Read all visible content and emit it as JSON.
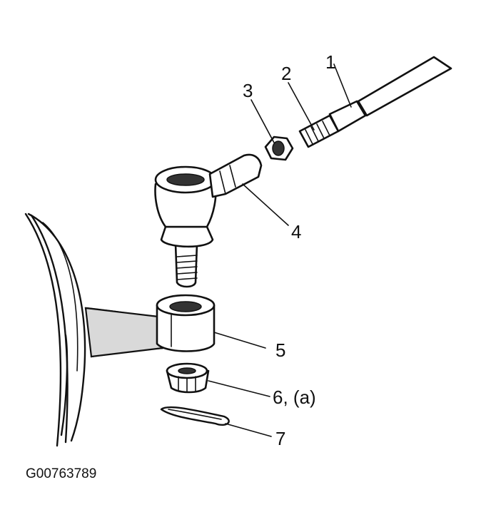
{
  "callouts": {
    "c1": "1",
    "c2": "2",
    "c3": "3",
    "c4": "4",
    "c5": "5",
    "c6": "6, (a)",
    "c7": "7"
  },
  "figure_id": "G00763789",
  "colors": {
    "ink": "#111111",
    "paper": "#ffffff"
  }
}
